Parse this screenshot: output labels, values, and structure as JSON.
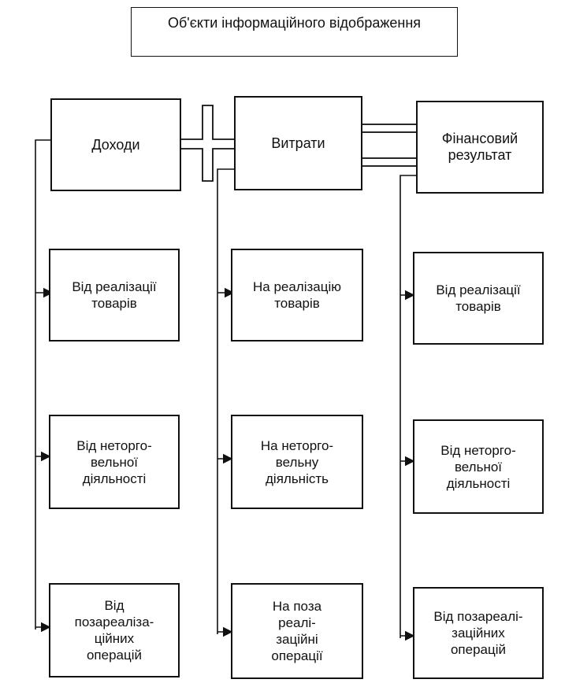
{
  "diagram": {
    "title": "Об'єкти інформаційного відображення",
    "columns": [
      {
        "header": "Доходи",
        "items": [
          "Від реалізації\nтоварів",
          "Від неторго-\nвельної\nдіяльності",
          "Від\nпозареаліза-\nційних\nоперацій"
        ]
      },
      {
        "header": "Витрати",
        "items": [
          "На реалізацію\nтоварів",
          "На неторго-\nвельну\nдіяльність",
          "На поза\nреалі-\nзаційні\nоперації"
        ]
      },
      {
        "header": "Фінансовий\nрезультат",
        "items": [
          "Від реалізації\nтоварів",
          "Від неторго-\nвельної\nдіяльності",
          "Від позареалі-\nзаційних\nоперацій"
        ]
      }
    ]
  }
}
